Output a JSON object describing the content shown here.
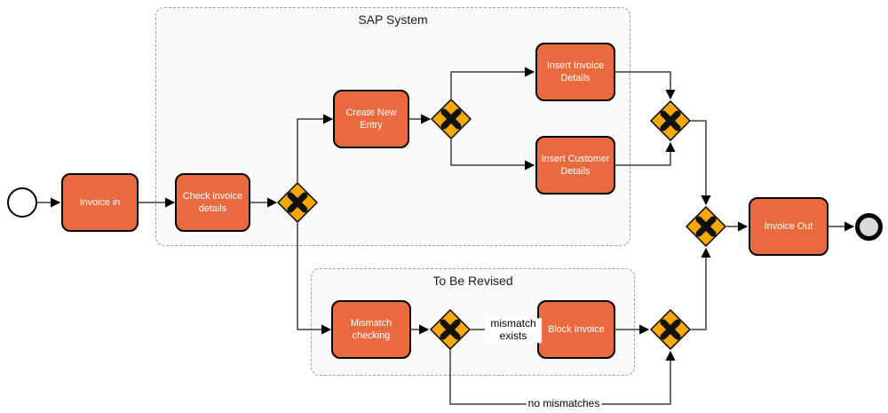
{
  "diagram": {
    "kind": "BPMN process diagram",
    "groups": [
      {
        "id": "sap-system",
        "label": "SAP System"
      },
      {
        "id": "to-be-revised",
        "label": "To Be Revised"
      }
    ],
    "events": [
      {
        "id": "start",
        "kind": "start-event"
      },
      {
        "id": "end",
        "kind": "end-event"
      }
    ],
    "tasks": [
      {
        "id": "invoice-in",
        "label": "Invoice in"
      },
      {
        "id": "check-invoice-details",
        "label": "Check invoice details"
      },
      {
        "id": "create-new-entry",
        "label": "Create New Entry"
      },
      {
        "id": "insert-invoice-details",
        "label": "Insert Invoice Details"
      },
      {
        "id": "insert-customer-details",
        "label": "Insert Customer Details"
      },
      {
        "id": "mismatch-checking",
        "label": "Mismatch checking"
      },
      {
        "id": "block-invoice",
        "label": "Block Invoice"
      },
      {
        "id": "invoice-out",
        "label": "Invoice Out"
      }
    ],
    "gateways": [
      {
        "id": "xor-split-main",
        "type": "XOR"
      },
      {
        "id": "xor-split-insert",
        "type": "XOR"
      },
      {
        "id": "xor-join-insert",
        "type": "XOR"
      },
      {
        "id": "xor-split-mismatch",
        "type": "XOR"
      },
      {
        "id": "xor-join-mismatch",
        "type": "XOR"
      },
      {
        "id": "xor-join-final",
        "type": "XOR"
      }
    ],
    "flows": [
      {
        "from": "start",
        "to": "invoice-in"
      },
      {
        "from": "invoice-in",
        "to": "check-invoice-details"
      },
      {
        "from": "check-invoice-details",
        "to": "xor-split-main"
      },
      {
        "from": "xor-split-main",
        "to": "create-new-entry"
      },
      {
        "from": "xor-split-main",
        "to": "mismatch-checking"
      },
      {
        "from": "create-new-entry",
        "to": "xor-split-insert"
      },
      {
        "from": "xor-split-insert",
        "to": "insert-invoice-details"
      },
      {
        "from": "xor-split-insert",
        "to": "insert-customer-details"
      },
      {
        "from": "insert-invoice-details",
        "to": "xor-join-insert"
      },
      {
        "from": "insert-customer-details",
        "to": "xor-join-insert"
      },
      {
        "from": "xor-join-insert",
        "to": "xor-join-final"
      },
      {
        "from": "mismatch-checking",
        "to": "xor-split-mismatch"
      },
      {
        "from": "xor-split-mismatch",
        "to": "block-invoice",
        "label": "mismatch exists"
      },
      {
        "from": "block-invoice",
        "to": "xor-join-mismatch"
      },
      {
        "from": "xor-split-mismatch",
        "to": "xor-join-mismatch",
        "label": "no mismatches"
      },
      {
        "from": "xor-join-mismatch",
        "to": "xor-join-final"
      },
      {
        "from": "xor-join-final",
        "to": "invoice-out"
      },
      {
        "from": "invoice-out",
        "to": "end"
      }
    ],
    "colors": {
      "task_fill": "#ea6a3f",
      "task_text": "#ffffff",
      "task_border": "#000000",
      "gateway_fill": "#f5a800",
      "gateway_cross": "#111111",
      "group_border": "#9e9e9e",
      "flow_line": "#3d3d3d",
      "arrowhead": "#000000",
      "end_event_fill": "#d9d9d9"
    }
  }
}
